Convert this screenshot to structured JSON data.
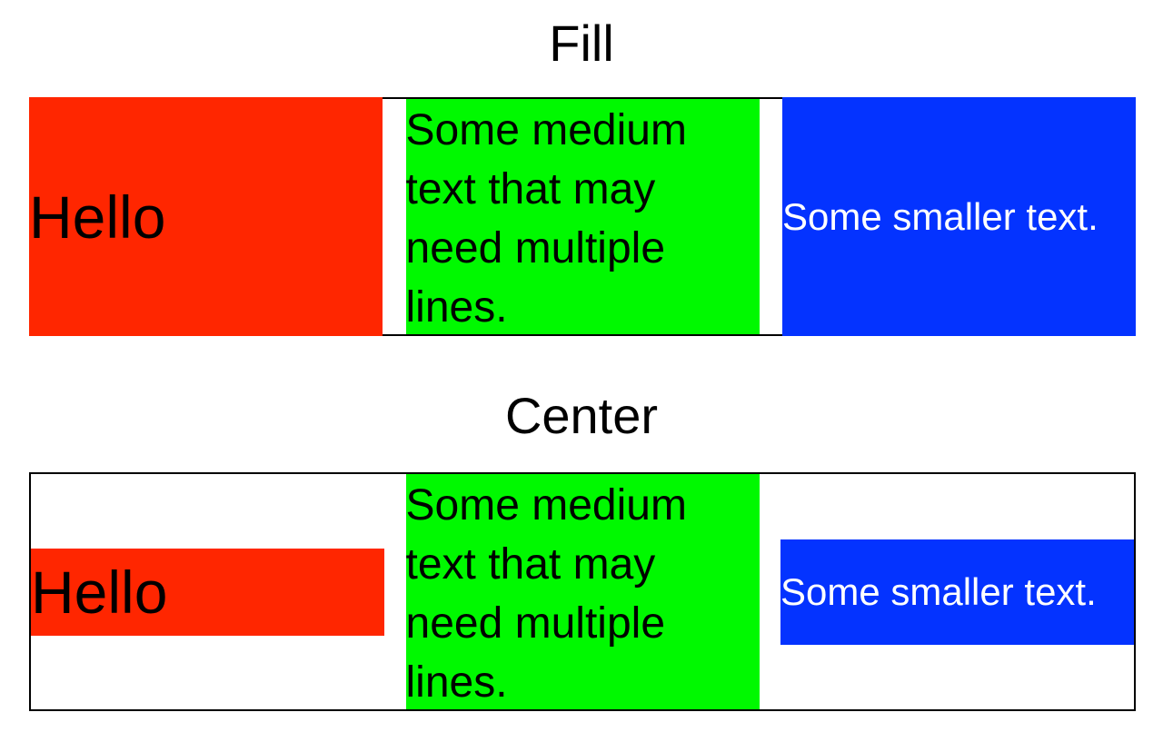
{
  "sections": {
    "fill": {
      "title": "Fill",
      "red_text": "Hello",
      "green_text": "Some medium text that may need multiple lines.",
      "blue_text": "Some smaller text."
    },
    "center": {
      "title": "Center",
      "red_text": "Hello",
      "green_text": "Some medium text that may need multiple lines.",
      "blue_text": "Some smaller text."
    }
  },
  "colors": {
    "red": "#ff2600",
    "green": "#00f900",
    "blue": "#0433ff",
    "border": "#000000",
    "background": "#ffffff"
  }
}
